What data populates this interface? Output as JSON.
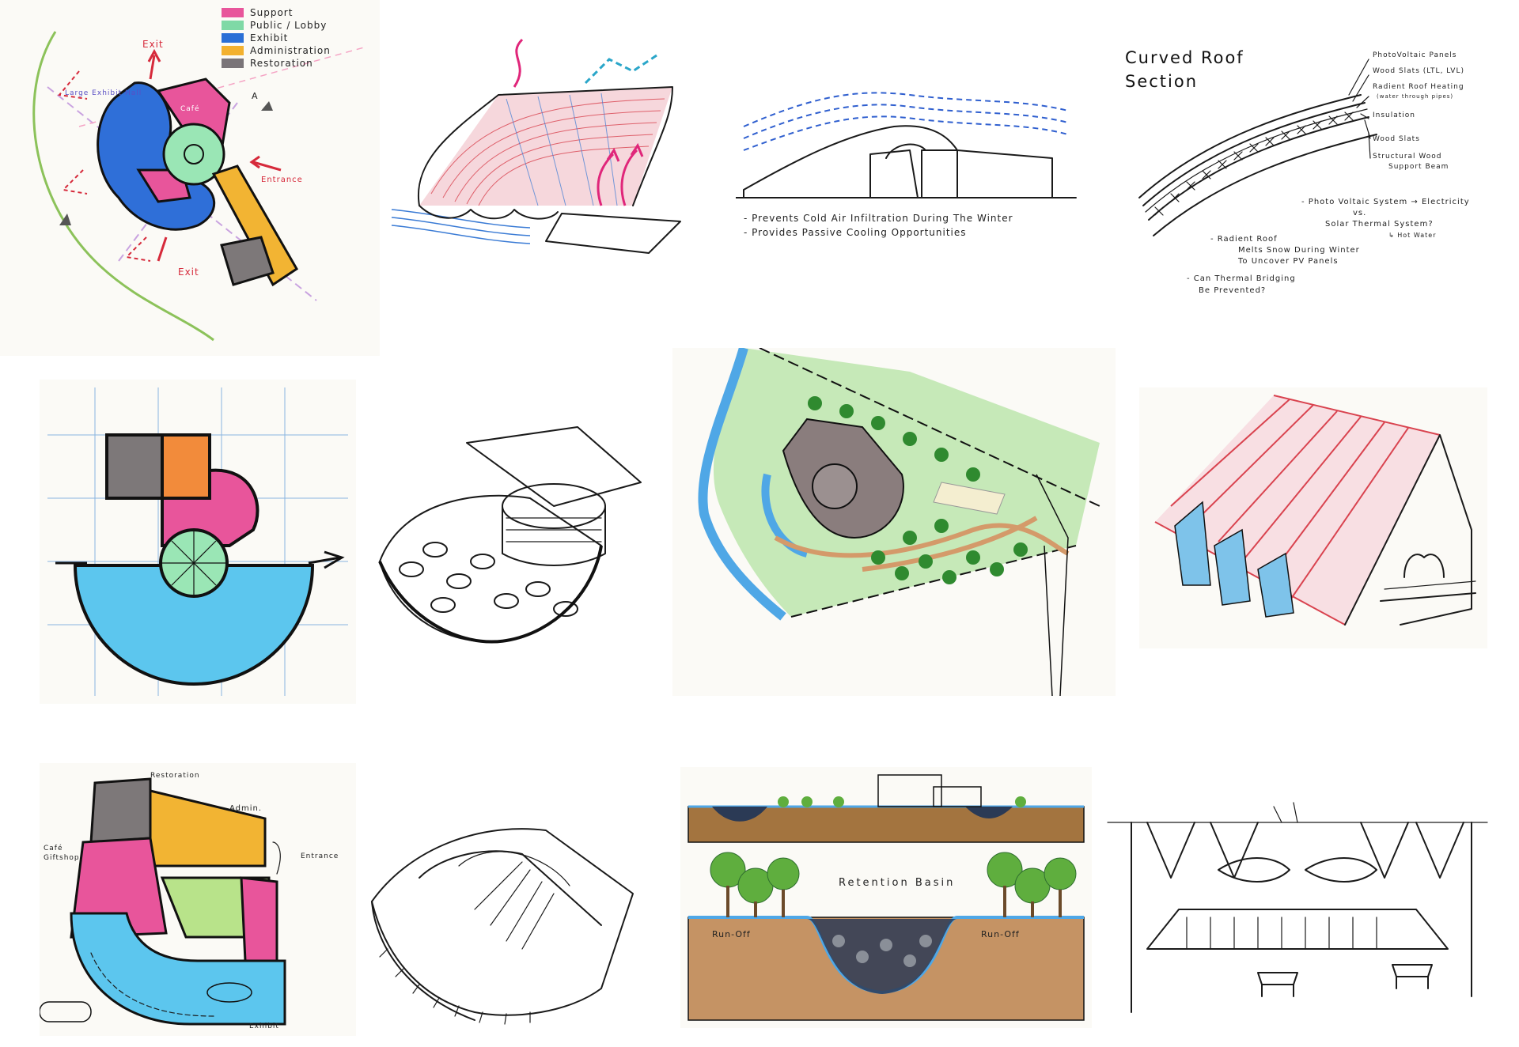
{
  "legend": {
    "items": [
      {
        "label": "Support",
        "color": "#e8559b"
      },
      {
        "label": "Public / Lobby",
        "color": "#7fd9a6"
      },
      {
        "label": "Exhibit",
        "color": "#2a6fd6"
      },
      {
        "label": "Administration",
        "color": "#f3b12f"
      },
      {
        "label": "Restoration",
        "color": "#7a7478"
      }
    ]
  },
  "plan1": {
    "exit_top": "Exit",
    "exit_bottom": "Exit",
    "entrance": "Entrance",
    "cafe": "Café",
    "large_exhibit": "Large Exhibit Hall",
    "section_mark": "A"
  },
  "section_sketch": {
    "notes": [
      "- Prevents Cold Air Infiltration During The Winter",
      "- Provides Passive Cooling Opportunities"
    ]
  },
  "roof_section": {
    "title_line1": "Curved Roof",
    "title_line2": "Section",
    "labels": [
      "PhotoVoltaic Panels",
      "Wood Slats (LTL, LVL)",
      "Radient Roof Heating",
      "(water through pipes)",
      "Insulation",
      "Wood Slats",
      "Structural Wood",
      "Support Beam"
    ],
    "notes": [
      "- Photo Voltaic System → Electricity",
      "vs.",
      "Solar Thermal System?",
      "↳ Hot Water",
      "- Radient Roof",
      "Melts Snow During Winter",
      "To Uncover PV Panels",
      "- Can Thermal Bridging",
      "Be Prevented?"
    ]
  },
  "plan3": {
    "restoration": "Restoration",
    "admin": "Admin.",
    "cafe_giftshop_line1": "Café",
    "cafe_giftshop_line2": "Giftshop",
    "entrance": "Entrance",
    "exhibit": "Exhibit"
  },
  "retention": {
    "title": "Retention Basin",
    "runoff_left": "Run-Off",
    "runoff_right": "Run-Off"
  },
  "colors": {
    "support": "#e8559b",
    "lobby": "#9ae6b5",
    "exhibit": "#2f6fd8",
    "admin": "#f2b433",
    "restoration": "#7d7879",
    "water": "#4fa7e6",
    "grass": "#9bdc9a",
    "soil": "#a3743f",
    "tree": "#5fae3e",
    "roof_red": "#d9434f"
  }
}
